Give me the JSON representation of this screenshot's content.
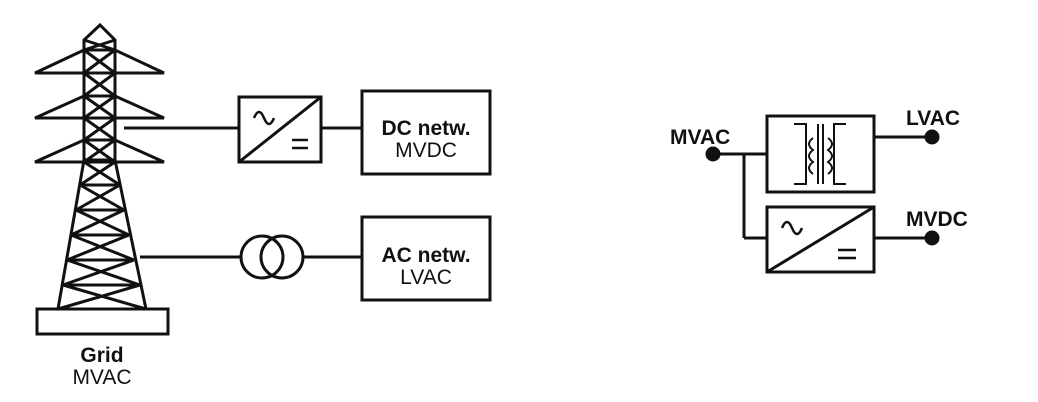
{
  "left_diagram": {
    "grid_label": "Grid",
    "grid_sublabel": "MVAC",
    "dc_box": {
      "title": "DC netw.",
      "subtitle": "MVDC"
    },
    "ac_box": {
      "title": "AC netw.",
      "subtitle": "LVAC"
    },
    "converter_icon": "ac-dc-converter-icon",
    "transformer_icon": "two-circle-transformer-icon",
    "tower_icon": "transmission-tower-icon"
  },
  "right_diagram": {
    "input_label": "MVAC",
    "output_top_label": "LVAC",
    "output_bottom_label": "MVDC",
    "transformer_icon": "transformer-coils-icon",
    "converter_icon": "ac-dc-converter-icon"
  },
  "colors": {
    "stroke": "#111111",
    "background": "#ffffff"
  }
}
